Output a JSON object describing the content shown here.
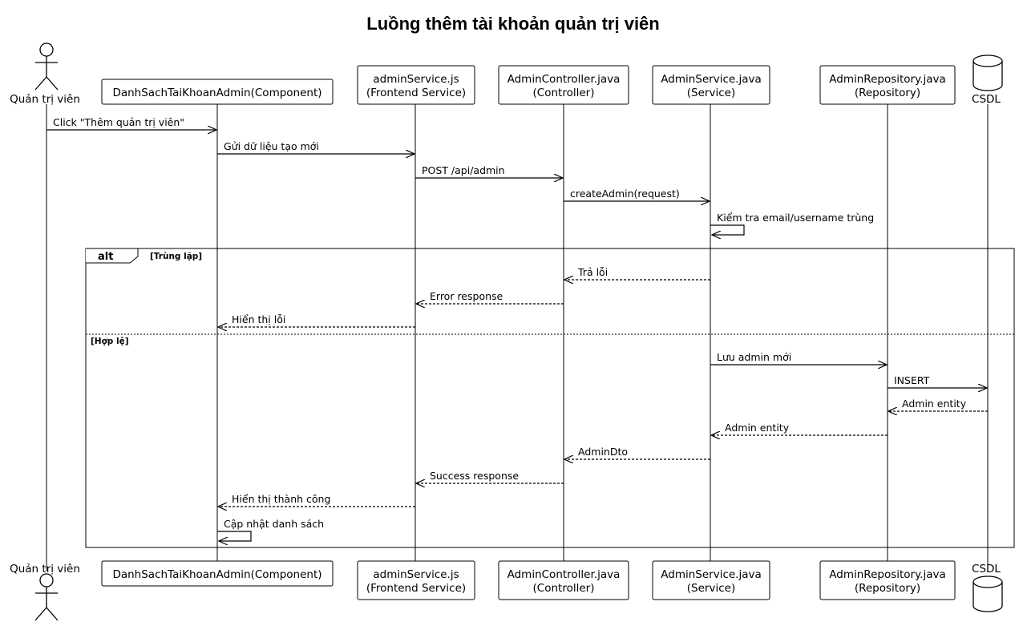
{
  "title": "Luồng thêm tài khoản quản trị viên",
  "actor": {
    "label": "Quản trị viên"
  },
  "database": {
    "label": "CSDL"
  },
  "participants": [
    {
      "id": "component",
      "line1": "DanhSachTaiKhoanAdmin(Component)",
      "line2": ""
    },
    {
      "id": "fe_service",
      "line1": "adminService.js",
      "line2": "(Frontend Service)"
    },
    {
      "id": "controller",
      "line1": "AdminController.java",
      "line2": "(Controller)"
    },
    {
      "id": "service",
      "line1": "AdminService.java",
      "line2": "(Service)"
    },
    {
      "id": "repository",
      "line1": "AdminRepository.java",
      "line2": "(Repository)"
    }
  ],
  "messages": [
    {
      "from": "actor",
      "to": "component",
      "label": "Click \"Thêm quản trị viên\"",
      "type": "sync"
    },
    {
      "from": "component",
      "to": "fe_service",
      "label": "Gửi dữ liệu tạo mới",
      "type": "sync"
    },
    {
      "from": "fe_service",
      "to": "controller",
      "label": "POST /api/admin",
      "type": "sync"
    },
    {
      "from": "controller",
      "to": "service",
      "label": "createAdmin(request)",
      "type": "sync"
    },
    {
      "from": "service",
      "to": "service",
      "label": "Kiểm tra email/username trùng",
      "type": "self"
    },
    {
      "from": "service",
      "to": "controller",
      "label": "Trả lỗi",
      "type": "reply"
    },
    {
      "from": "controller",
      "to": "fe_service",
      "label": "Error response",
      "type": "reply"
    },
    {
      "from": "fe_service",
      "to": "component",
      "label": "Hiển thị lỗi",
      "type": "reply"
    },
    {
      "from": "service",
      "to": "repository",
      "label": "Lưu admin mới",
      "type": "sync"
    },
    {
      "from": "repository",
      "to": "db",
      "label": "INSERT",
      "type": "sync"
    },
    {
      "from": "db",
      "to": "repository",
      "label": "Admin entity",
      "type": "reply"
    },
    {
      "from": "repository",
      "to": "service",
      "label": "Admin entity",
      "type": "reply"
    },
    {
      "from": "service",
      "to": "controller",
      "label": "AdminDto",
      "type": "reply"
    },
    {
      "from": "controller",
      "to": "fe_service",
      "label": "Success response",
      "type": "reply"
    },
    {
      "from": "fe_service",
      "to": "component",
      "label": "Hiển thị thành công",
      "type": "reply"
    },
    {
      "from": "component",
      "to": "component",
      "label": "Cập nhật danh sách",
      "type": "self"
    }
  ],
  "alt": {
    "keyword": "alt",
    "guard1": "[Trùng lặp]",
    "guard2": "[Hợp lệ]"
  }
}
